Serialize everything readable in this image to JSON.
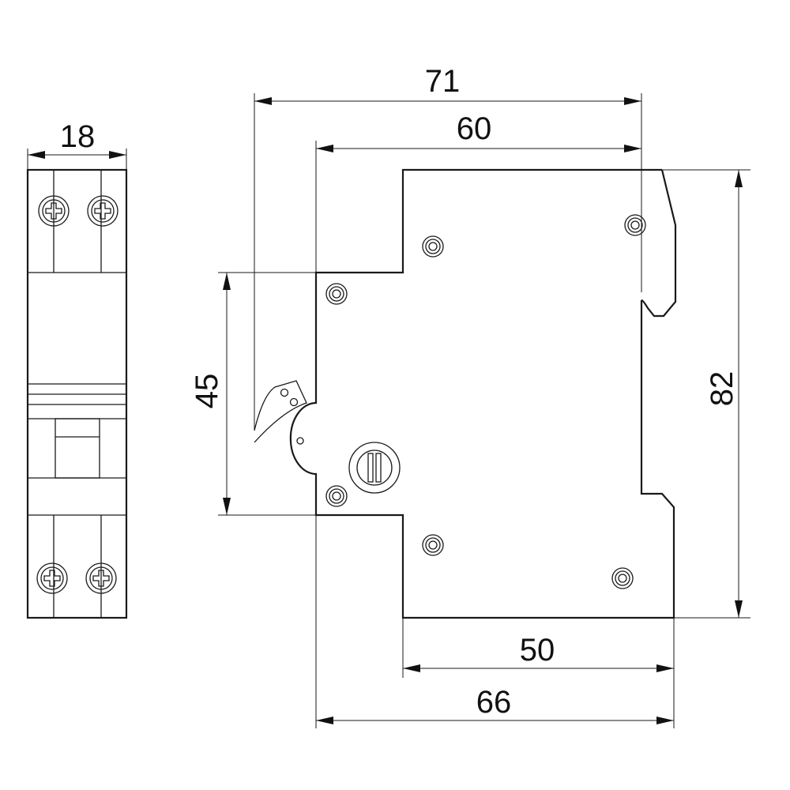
{
  "dimensions": {
    "front_width": "18",
    "overall_depth": "71",
    "body_depth": "60",
    "front_height": "45",
    "total_height": "82",
    "lower_depth": "50",
    "base_depth": "66"
  },
  "colors": {
    "line": "#1a1a1a",
    "background": "#ffffff"
  }
}
